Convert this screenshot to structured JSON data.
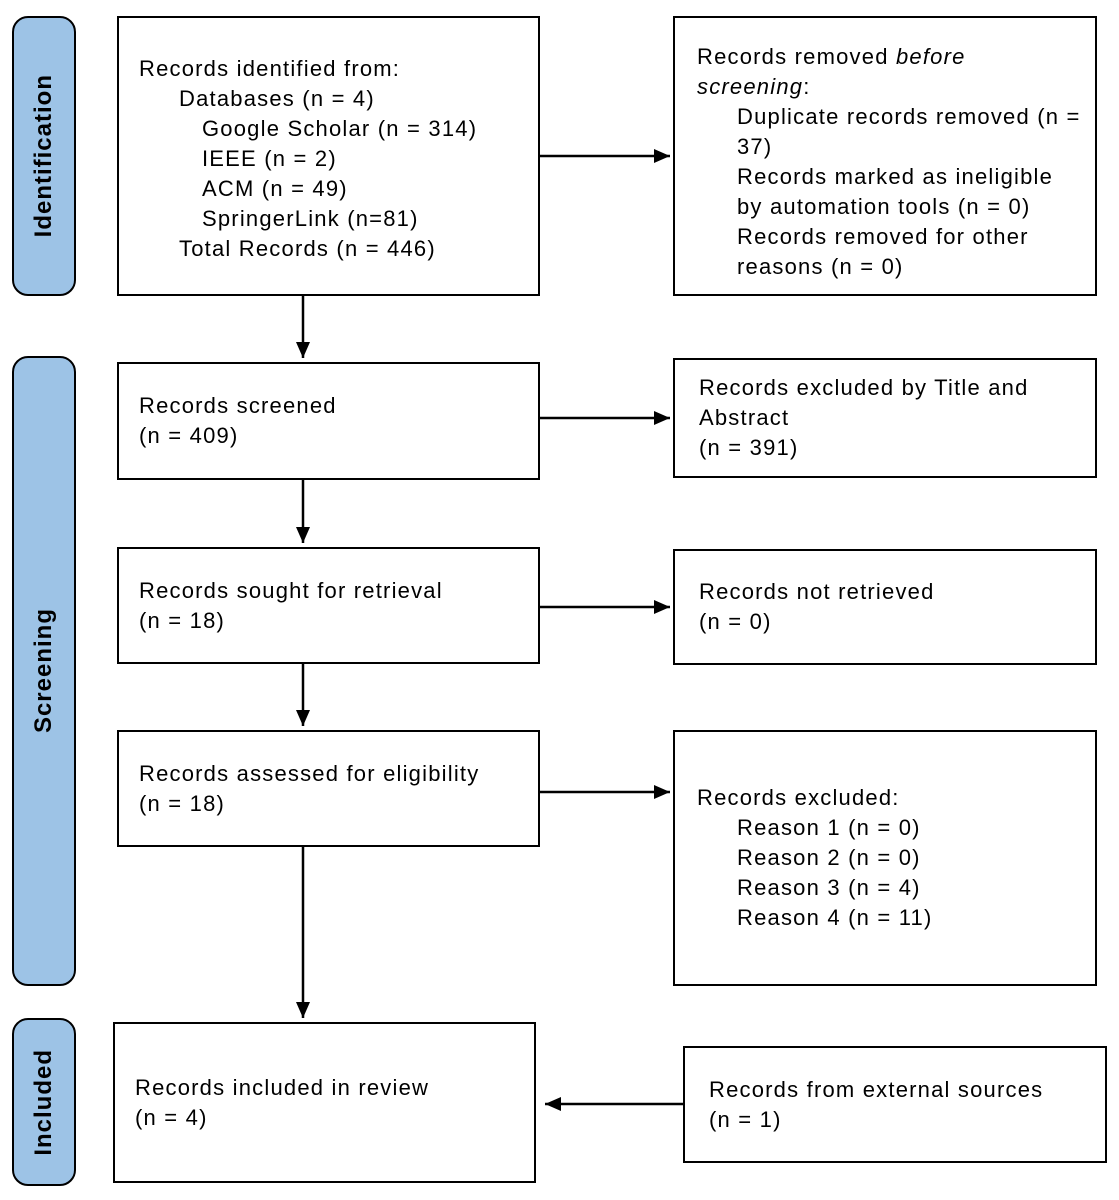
{
  "palette": {
    "background": "#ffffff",
    "stage_fill": "#9DC3E6",
    "stage_border": "#000000",
    "box_fill": "#ffffff",
    "box_border": "#000000",
    "arrow_color": "#000000",
    "text_color": "#000000"
  },
  "stages": {
    "identification": "Identification",
    "screening": "Screening",
    "included": "Included"
  },
  "boxes": {
    "identified": {
      "lines": [
        "Records identified from:",
        "Databases (n = 4)",
        "Google Scholar (n = 314)",
        "IEEE (n = 2)",
        "ACM (n = 49)",
        "SpringerLink (n=81)",
        "Total Records (n = 446)"
      ]
    },
    "removed": {
      "heading_line1": "Records removed ",
      "heading_line1_italic": "before",
      "heading_line2_italic": "screening",
      "heading_suffix": ":",
      "items": [
        "Duplicate records removed (n = 37)",
        "Records marked as ineligible by automation tools (n = 0)",
        "Records removed for other reasons (n = 0)"
      ]
    },
    "screened": {
      "label": "Records screened",
      "count": "(n = 409)"
    },
    "excluded_title_abstract": {
      "label": "Records excluded by Title and Abstract",
      "count": "(n = 391)"
    },
    "sought": {
      "label": "Records sought for retrieval",
      "count": "(n = 18)"
    },
    "not_retrieved": {
      "label": "Records not retrieved",
      "count": "(n = 0)"
    },
    "assessed": {
      "label": "Records assessed for eligibility",
      "count": "(n = 18)"
    },
    "excluded_reasons": {
      "heading": "Records excluded:",
      "items": [
        "Reason 1 (n = 0)",
        "Reason 2 (n = 0)",
        "Reason 3 (n = 4)",
        "Reason 4 (n = 11)"
      ]
    },
    "included": {
      "label": "Records included in review",
      "count": "(n = 4)"
    },
    "external": {
      "label": "Records from external sources",
      "count": "(n = 1)"
    }
  }
}
